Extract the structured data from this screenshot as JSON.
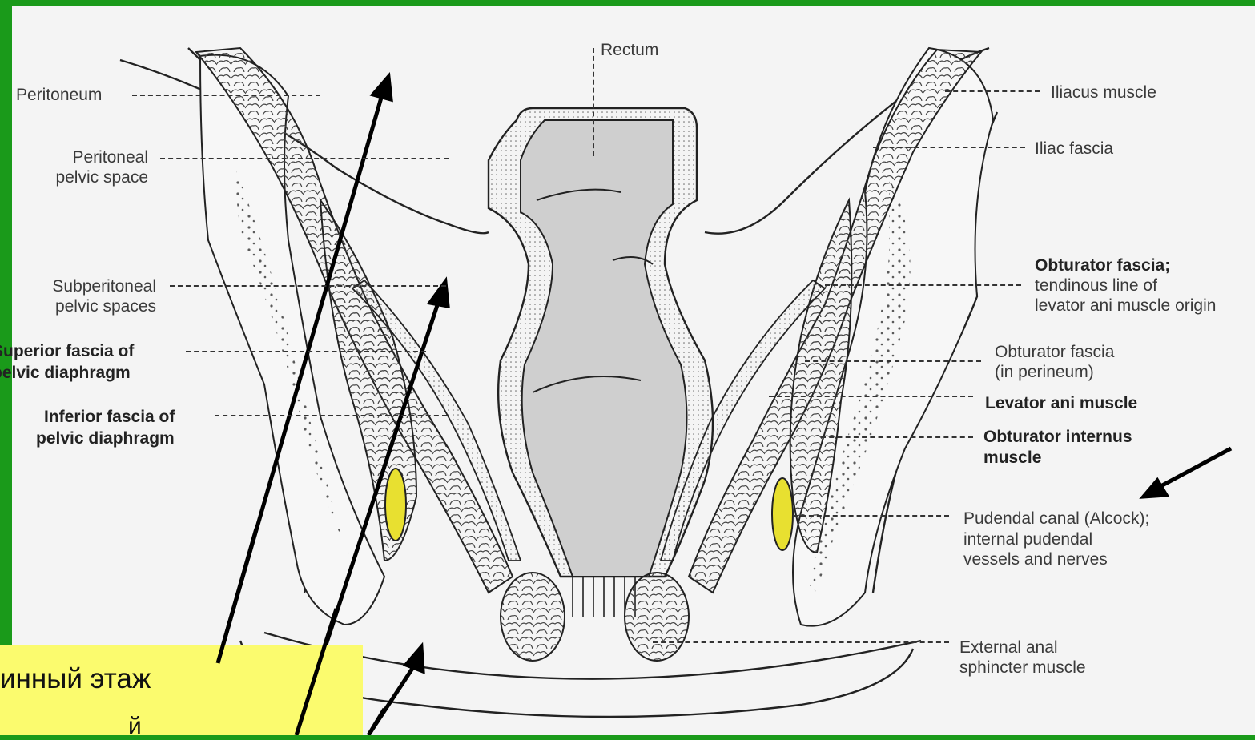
{
  "labels": {
    "rectum": "Rectum",
    "peritoneum": "Peritoneum",
    "peritoneal_space_1": "Peritoneal",
    "peritoneal_space_2": "pelvic space",
    "subperitoneal_1": "Subperitoneal",
    "subperitoneal_2": "pelvic spaces",
    "sup_fascia_1": "Superior fascia of",
    "sup_fascia_2": "pelvic diaphragm",
    "inf_fascia_1": "Inferior fascia of",
    "inf_fascia_2": "pelvic diaphragm",
    "iliacus": "Iliacus muscle",
    "iliac_fascia": "Iliac fascia",
    "obt_fascia_1": "Obturator fascia;",
    "obt_fascia_2": "tendinous line of",
    "obt_fascia_3": "levator ani muscle origin",
    "obt_fascia_per_1": "Obturator fascia",
    "obt_fascia_per_2": "(in perineum)",
    "levator": "Levator ani muscle",
    "obt_int_1": "Obturator internus",
    "obt_int_2": "muscle",
    "pudendal_1": "Pudendal canal (Alcock);",
    "pudendal_2": "internal pudendal",
    "pudendal_3": "vessels and nerves",
    "ext_anal_1": "External anal",
    "ext_anal_2": "sphincter muscle"
  },
  "overlay": {
    "caption": "инный этаж",
    "caption_cut": "й"
  },
  "colors": {
    "frame": "#1a9a1a",
    "highlight": "#fbfb6e",
    "canal": "#e8e030"
  }
}
